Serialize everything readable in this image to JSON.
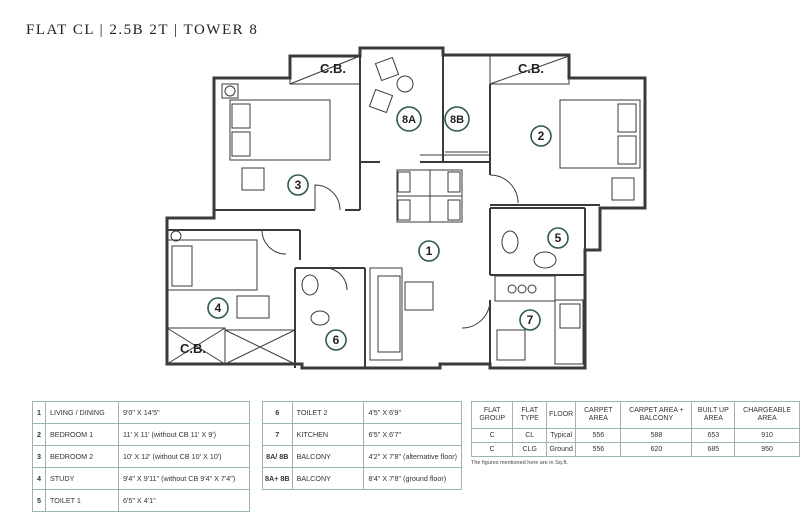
{
  "title": "FLAT CL | 2.5B 2T | TOWER 8",
  "plan_labels": {
    "cb_top_left": "C.B.",
    "cb_top_right": "C.B.",
    "cb_bottom": "C.B.",
    "room_1": "1",
    "room_2": "2",
    "room_3": "3",
    "room_4": "4",
    "room_5": "5",
    "room_6": "6",
    "room_7": "7",
    "room_8a": "8A",
    "room_8b": "8B"
  },
  "room_table_left": [
    {
      "no": "1",
      "name": "LIVING / DINING",
      "size": "9'0\" X 14'5\""
    },
    {
      "no": "2",
      "name": "BEDROOM 1",
      "size": "11' X 11' (without CB 11' X 9')"
    },
    {
      "no": "3",
      "name": "BEDROOM 2",
      "size": "10' X 12' (without CB 10' X 10')"
    },
    {
      "no": "4",
      "name": "STUDY",
      "size": "9'4\" X 9'11\" (without CB 9'4\" X 7'4\")"
    },
    {
      "no": "5",
      "name": "TOILET 1",
      "size": "6'5\" X 4'1\""
    }
  ],
  "room_table_right": [
    {
      "no": "6",
      "name": "TOILET 2",
      "size": "4'5\" X 6'9\""
    },
    {
      "no": "7",
      "name": "KITCHEN",
      "size": "6'5\" X 6'7\""
    },
    {
      "no": "8A/ 8B",
      "name": "BALCONY",
      "size": "4'2\" X 7'8\" (alternative floor)"
    },
    {
      "no": "8A+ 8B",
      "name": "BALCONY",
      "size": "8'4\" X 7'8\" (ground floor)"
    }
  ],
  "area_table": {
    "headers": [
      "FLAT GROUP",
      "FLAT TYPE",
      "FLOOR",
      "CARPET AREA",
      "CARPET AREA + BALCONY",
      "BUILT UP AREA",
      "CHARGEABLE AREA"
    ],
    "rows": [
      [
        "C",
        "CL",
        "Typical",
        "556",
        "588",
        "653",
        "910"
      ],
      [
        "C",
        "CLG",
        "Ground",
        "556",
        "620",
        "685",
        "950"
      ]
    ],
    "note": "The figures mentioned here are in Sq.ft."
  },
  "colors": {
    "wall": "#3a3a3a",
    "accent_green": "#2f5a43",
    "table_border": "#9bb8a6"
  }
}
